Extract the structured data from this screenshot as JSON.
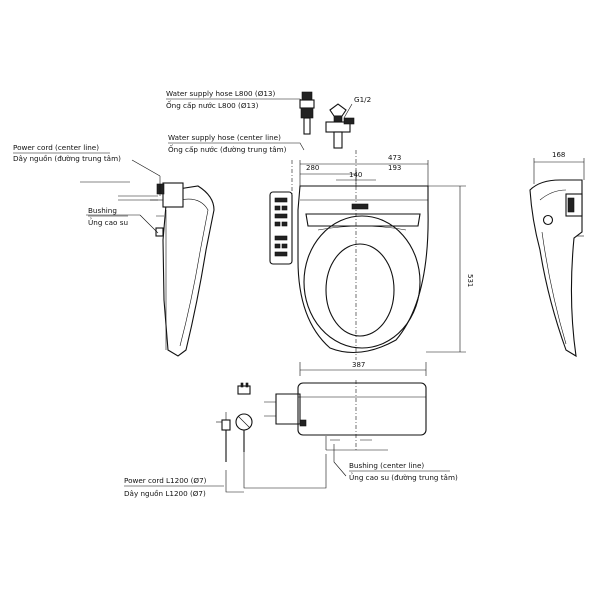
{
  "labels": {
    "water_hose_length_en": "Water supply hose L800 (Ø13)",
    "water_hose_length_vi": "Ống cấp nước L800 (Ø13)",
    "water_hose_center_en": "Water supply hose (center line)",
    "water_hose_center_vi": "Ống cấp nước (đường trung tâm)",
    "g12": "G1/2",
    "power_cord_center_en": "Power cord (center line)",
    "power_cord_center_vi": "Dây nguồn (đường trung tâm)",
    "bushing_en": "Bushing",
    "bushing_vi": "Ủng cao su",
    "power_cord_length_en": "Power cord L1200 (Ø7)",
    "power_cord_length_vi": "Dây nguồn L1200 (Ø7)",
    "bushing_center_en": "Bushing (center line)",
    "bushing_center_vi": "Ủng cao su (đường trung tâm)"
  },
  "dimensions": {
    "width_total": "473",
    "left_offset": "280",
    "right_offset": "193",
    "center_gap": "140",
    "depth": "531",
    "side_depth": "168",
    "bottom_width": "387"
  }
}
